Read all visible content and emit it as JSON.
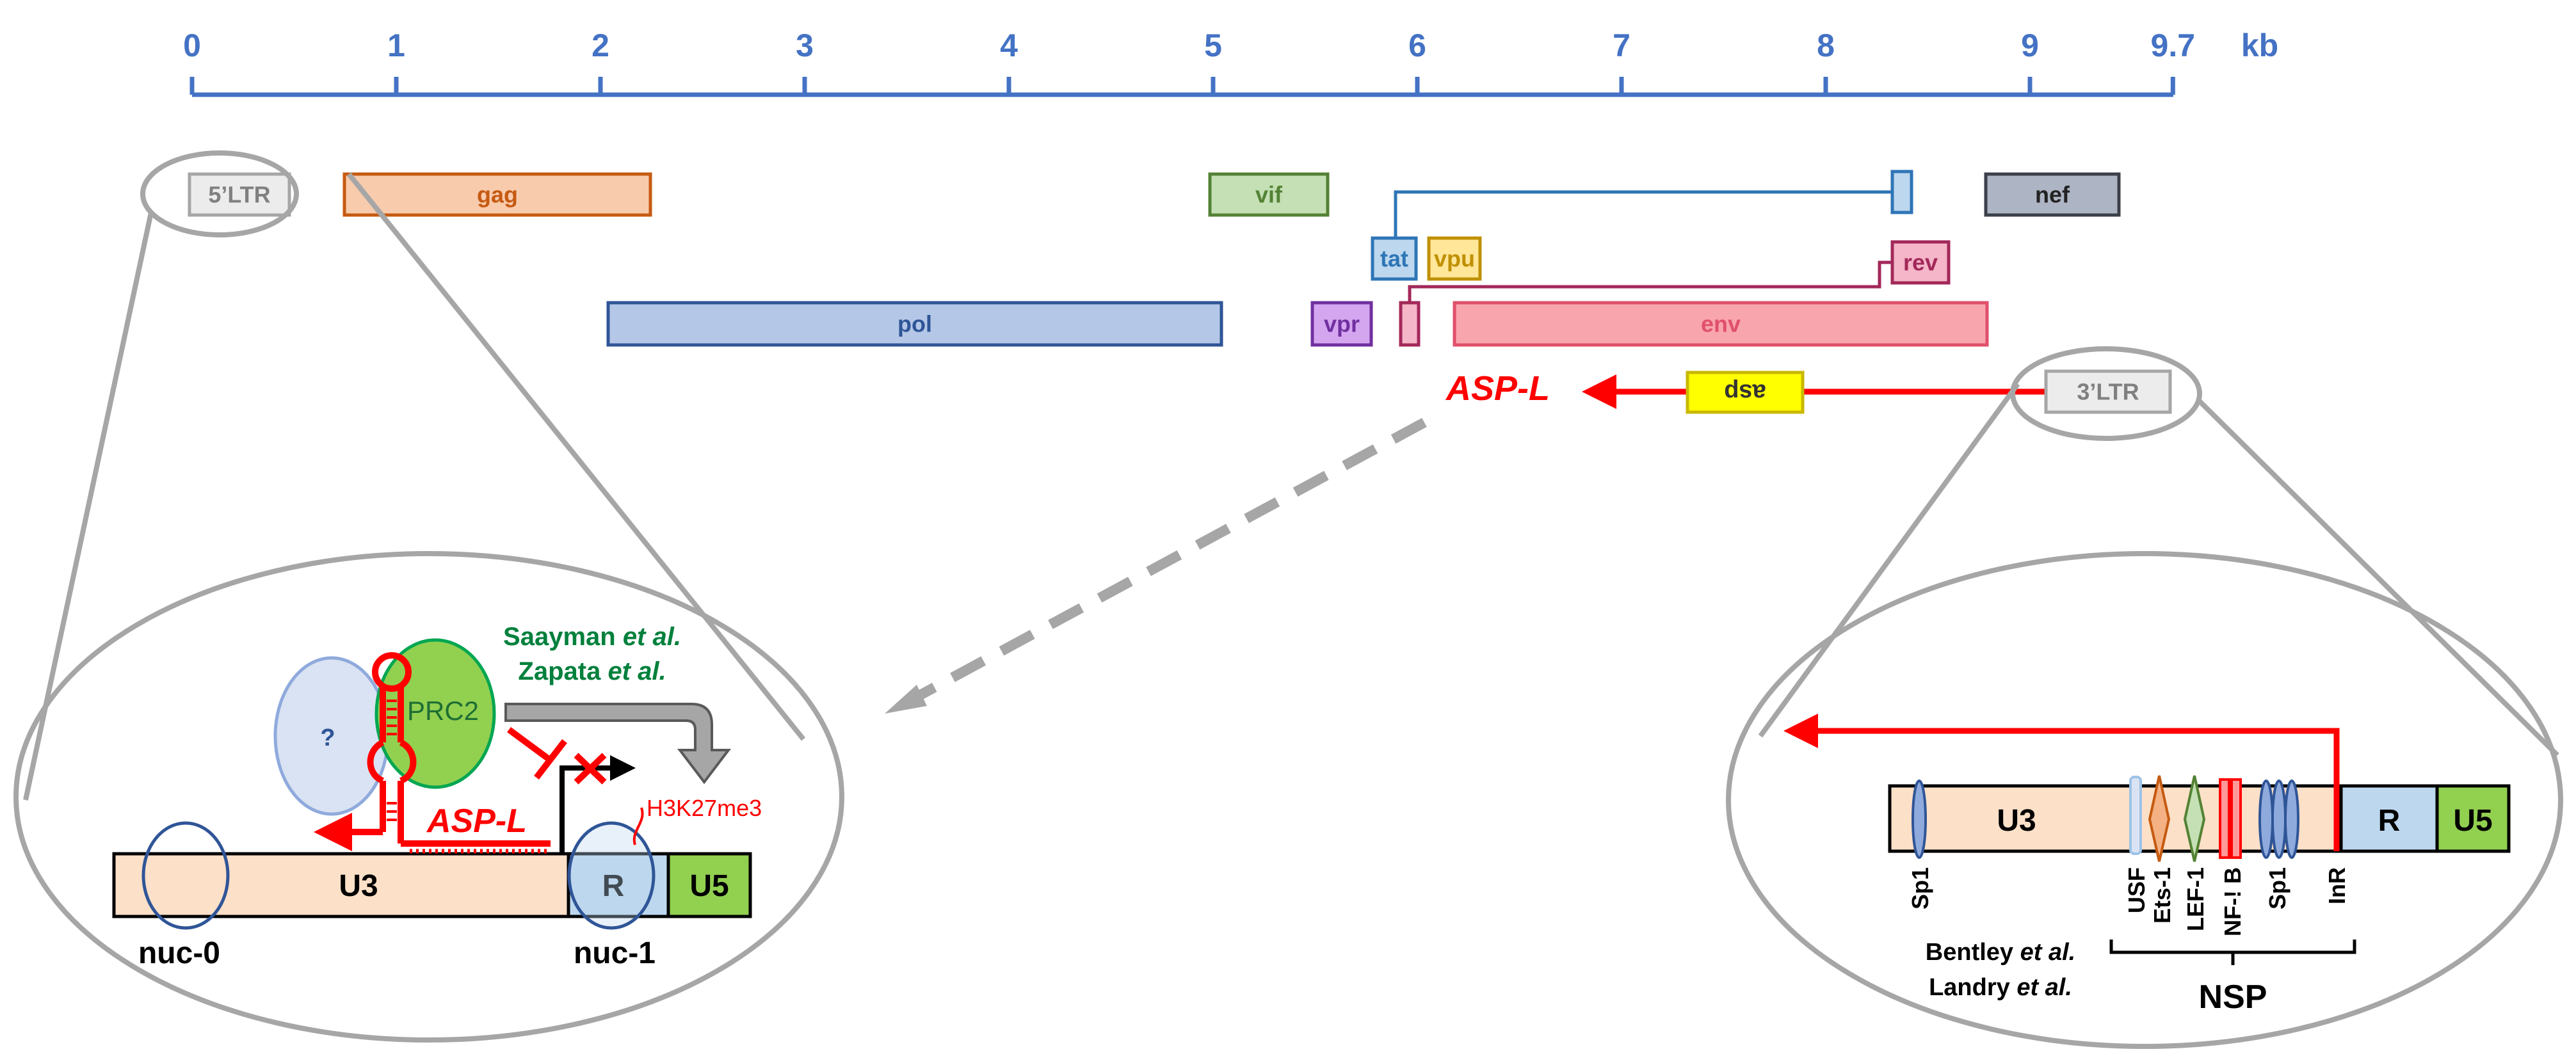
{
  "scale": {
    "ticks": [
      "0",
      "1",
      "2",
      "3",
      "4",
      "5",
      "6",
      "7",
      "8",
      "9",
      "9.7"
    ],
    "unit": "kb",
    "color": "#4472c4"
  },
  "genes": {
    "ltr5": "5’LTR",
    "gag": "gag",
    "pol": "pol",
    "vif": "vif",
    "tat": "tat",
    "vpu": "vpu",
    "vpr": "vpr",
    "rev": "rev",
    "env": "env",
    "nef": "nef",
    "asp": "asp",
    "ltr3": "3’LTR"
  },
  "asp_l": "ASP-L",
  "left_zoom": {
    "question": "?",
    "prc2": "PRC2",
    "ref1": "Saayman et al.",
    "ref2": "Zapata et al.",
    "asp_l": "ASP-L",
    "mark": "H3K27me3",
    "u3": "U3",
    "r": "R",
    "u5": "U5",
    "nuc0": "nuc-0",
    "nuc1": "nuc-1"
  },
  "right_zoom": {
    "u3": "U3",
    "r": "R",
    "u5": "U5",
    "sites": [
      "Sp1",
      "USF",
      "Ets-1",
      "LEF-1",
      "NF-! B",
      "Sp1",
      "InR"
    ],
    "ref1": "Bentley et al.",
    "ref2": "Landry et al.",
    "nsp": "NSP"
  },
  "colors": {
    "ltr": "#a6a6a6",
    "gag": "#c55a11",
    "pol": "#2f5597",
    "vif": "#548235",
    "tat": "#2e75b6",
    "vpu": "#bf9000",
    "vpr": "#7030a0",
    "rev": "#a3285a",
    "env": "#e0506a",
    "nef": "#3b3f4a",
    "asp": "#c9b800",
    "red": "#ff0000",
    "green": "#00803c"
  }
}
